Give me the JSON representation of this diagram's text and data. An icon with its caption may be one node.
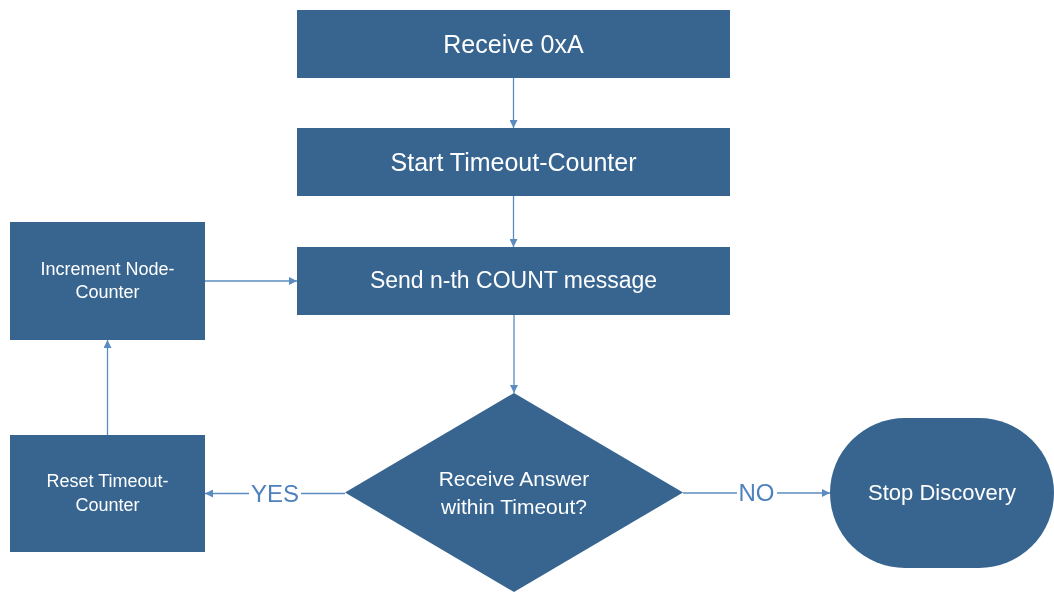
{
  "diagram": {
    "nodes": [
      {
        "text": [
          "Receive 0xA"
        ]
      },
      {
        "text": [
          "Start Timeout-Counter"
        ]
      },
      {
        "text": [
          "Send n-th COUNT message"
        ]
      },
      {
        "text": [
          "Receive Answer within Timeout?"
        ]
      },
      {
        "text": [
          "Stop Discovery"
        ]
      },
      {
        "text": [
          "Reset Timeout-Counter"
        ]
      },
      {
        "text": [
          "Increment Node-Counter"
        ]
      }
    ],
    "edges": [
      {
        "from": 0,
        "to": 1,
        "arrow": "to"
      },
      {
        "from": 1,
        "to": 2,
        "arrow": "to"
      },
      {
        "from": 2,
        "to": 3,
        "arrow": "to"
      },
      {
        "from": 3,
        "to": 5,
        "arrow": "to",
        "label": "YES"
      },
      {
        "from": 3,
        "to": 4,
        "arrow": "to",
        "label": "NO"
      },
      {
        "from": 5,
        "to": 6,
        "arrow": "to"
      },
      {
        "from": 6,
        "to": 2,
        "arrow": "to"
      }
    ]
  }
}
